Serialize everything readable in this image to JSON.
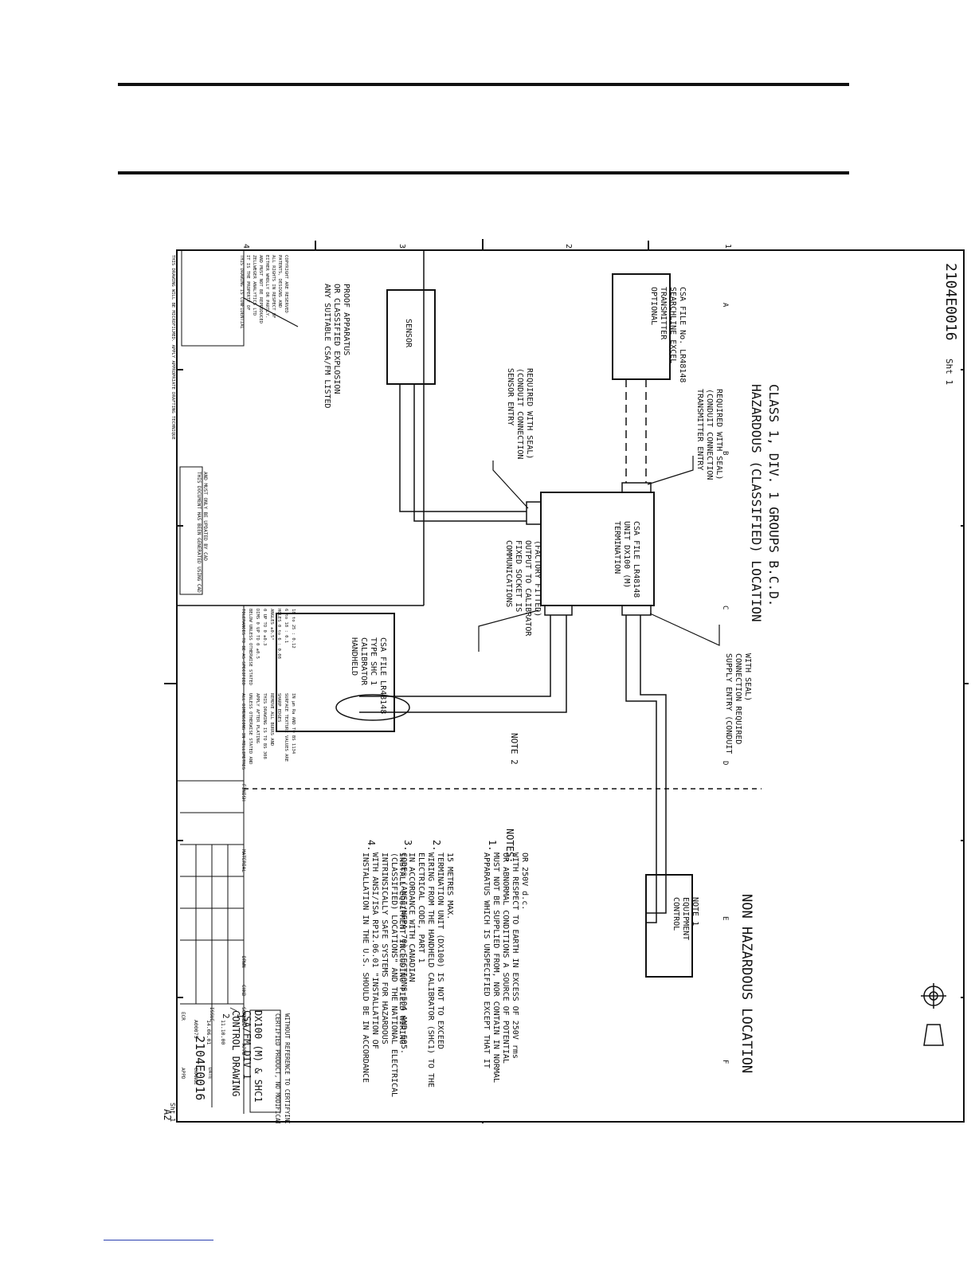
{
  "drawing": {
    "drawing_number": "2104E0016",
    "sheet": "Sht 1",
    "sheet_of": "Sht 1 of 1",
    "size": "A2",
    "hazardous_title": [
      "HAZARDOUS (CLASSIFIED) LOCATION",
      "CLASS 1, DIV. 1 GROUPS B.C.D."
    ],
    "non_hazardous_title": "NON HAZARDOUS LOCATION",
    "row_markers": [
      "1",
      "2",
      "3",
      "4"
    ],
    "column_markers": [
      "A",
      "B",
      "C",
      "D",
      "E",
      "F"
    ],
    "components": {
      "transmitter": [
        "OPTIONAL",
        "TRANSMITTER",
        "SEARCHLINE EXCEL",
        "CSA FILE No. LR48148"
      ],
      "sensor": "SENSOR",
      "termination": [
        "TERMINATION",
        "UNIT DX100 (M)",
        "CSA FILE LR48148"
      ],
      "calibrator": [
        "HANDHELD",
        "CALIBRATOR",
        "TYPE SHC 1",
        "CSA FILE LR48148"
      ],
      "control": [
        "CONTROL",
        "EQUIPMENT",
        "NOTE 1"
      ]
    },
    "callouts": {
      "transmitter_entry": [
        "TRANSMITTER ENTRY",
        "(CONDUIT CONNECTION",
        "REQUIRED WITH SEAL)"
      ],
      "sensor_entry": [
        "SENSOR ENTRY",
        "(CONDUIT CONNECTION",
        "REQUIRED WITH SEAL)"
      ],
      "communications": [
        "COMMUNICATIONS",
        "FIXED SOCKET IS",
        "OUTPUT TO CALIBRATOR",
        "(FACTORY FITTED)"
      ],
      "supply_entry": [
        "SUPPLY ENTRY (CONDUIT",
        "CONNECTION REQUIRED",
        "WITH SEAL)"
      ],
      "csa_listed": [
        "ANY SUITABLE CSA/FM LISTED",
        "OR CLASSIFIED EXPLOSION",
        "PROOF APPARATUS"
      ],
      "note2": "NOTE 2"
    },
    "notes_title": "NOTES:",
    "notes": [
      {
        "num": "1.",
        "lines": [
          "APPARATUS WHICH IS UNSPECIFIED EXCEPT THAT IT",
          "MUST NOT BE SUPPLIED FROM, NOR CONTAIN IN NORMAL",
          "OR ABNORMAL CONDITIONS A SOURCE OF POTENTIAL",
          "WITH RESPECT TO EARTH IN EXCESS OF 250V rms",
          "OR 250V d.c."
        ]
      },
      {
        "num": "2.",
        "lines": [
          "WIRING FROM THE HANDHELD CALIBRATOR (SHC1) TO THE",
          "TERMINATION UNIT (DX100) IS NOT TO EXCEED",
          "15 METRES MAX."
        ]
      },
      {
        "num": "3.",
        "lines": [
          "INSTALL EQUIPMENT INCLUDING FIELD WIRING",
          "IN ACCORDANCE WITH CANADIAN",
          "ELECTRICAL CODE, PART 1"
        ]
      },
      {
        "num": "4.",
        "lines": [
          "INSTALLATION IN THE U.S. SHOULD BE IN ACCORDANCE",
          "WITH ANSI/ISA RP12.06.01 \"INSTALLATION OF",
          "INTRINSICALLY SAFE SYSTEMS FOR HAZARDOUS",
          "(CLASSIFIED) LOCATIONS\" AND THE NATIONAL ELECTRICAL",
          "CODE® (ANSI/NFPA 70) SECTIONS 504 AND 505."
        ]
      }
    ],
    "confidential": [
      "THIS DRAWING IS CONFIDENTIAL",
      "IT IS THE PROPERTY OF",
      "ZELLWEGER ANALYTICS LTD",
      "AND MUST NOT BE REPRODUCED",
      "EITHER WHOLLY OR PARTLY.",
      "ALL RIGHTS IN RESPECT OF",
      "PATENTS, DESIGNS AND",
      "COPYRIGHT ARE RESERVED"
    ],
    "microfilm": "THIS DRAWING WILL BE MICROFILMED. APPLY APPROPRIATE DRAFTING TECHNIQUE",
    "cad_notice": [
      "THIS DOCUMENT HAS BEEN GENERATED USING CAD",
      "AND MUST ONLY BE UPDATED BY CAD"
    ],
    "tolerances": [
      "TOLERANCES TO BE AS SPECIFIED",
      "BELOW UNLESS OTHERWISE STATED",
      "DIMS  0 UP TO 0  ±0.5",
      "       0 UP TO 0  ±0.3",
      "ANGLES         ±0.5°",
      "HOLES    0 to 6   : 0.08",
      "         6 to 18  : 0.1",
      "        18 to 25  : 0.12"
    ],
    "dimensions": [
      "ALL DIMENSIONS IN MILLIMETRES",
      "UNLESS OTHERWISE STATED AND",
      "APPLY AFTER PLATING",
      "THIS DRAWING IS TO BS 308",
      "REMOVE ALL BURRS AND",
      "SHARP EDGES",
      "SURFACE TEXTURE VALUES ARE",
      "IN µm Ra AND TO BS 1134"
    ],
    "finish_label": "FINISH",
    "material_label": "MATERIAL",
    "certified": [
      "CERTIFIED PRODUCT, NO MODIFICATION PERMITTED",
      "WITHOUT REFERENCE TO CERTIFYING AUTHORITY"
    ],
    "title_block": {
      "title_label": "TITLE",
      "title": [
        "CONTROL DRAWING",
        "CSA/FM DIV 1",
        "DX100 (M) & SHC1"
      ],
      "drawn": "DRWN",
      "chkd": "CHKD",
      "appd": "APPD",
      "scale_label": "SCALE",
      "scale_value": "/",
      "issue_label": "ISSUE",
      "issues": [
        "2",
        "1"
      ],
      "date_label": "DATE",
      "dates": [
        "14.06.01",
        "11.10.00"
      ],
      "change_label": "CHANGE",
      "change": "A00075",
      "ecr": "ECR",
      "appd2": "APPD"
    }
  }
}
